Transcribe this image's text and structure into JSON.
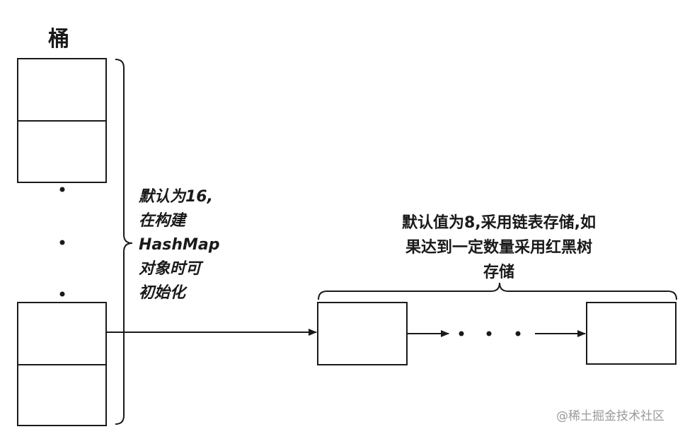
{
  "bucket_label": "桶",
  "bucket_note": {
    "lines": [
      "默认为16,",
      "在构建",
      "HashMap",
      "对象时可",
      "初始化"
    ]
  },
  "list_note": {
    "lines": [
      "默认值为8,采用链表存储,如",
      "果达到一定数量采用红黑树",
      "存储"
    ]
  },
  "watermark": "@稀土掘金技术社区",
  "colors": {
    "stroke": "#1a1a1a",
    "text": "#1a1a1a",
    "watermark": "#9a9a9a"
  }
}
